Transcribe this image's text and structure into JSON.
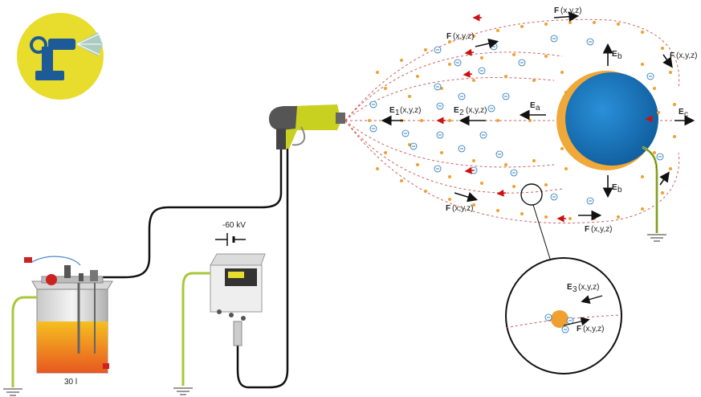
{
  "labels": {
    "voltage": "-60 kV",
    "tank_volume": "30 l",
    "F": "F",
    "xyz": "(x,y,z)",
    "E": "E",
    "sub_1": "1",
    "sub_2": "2",
    "sub_3": "3",
    "sub_a": "a",
    "sub_b": "b",
    "sub_c": "c"
  },
  "colors": {
    "badge": "#e8dc2c",
    "target_blue": "#1a73b8",
    "target_halo": "#f0a838",
    "powder_dot": "#f0a030",
    "field_line": "#d06060",
    "ground_wire": "#a8c838",
    "gun_green": "#c8d020",
    "paint_fill": "#f2a020",
    "force_arrow": "#cc1111"
  },
  "icons": [
    "spray-gun-badge-icon",
    "ground-symbol-icon",
    "battery-symbol-icon",
    "ion-minus-icon"
  ]
}
